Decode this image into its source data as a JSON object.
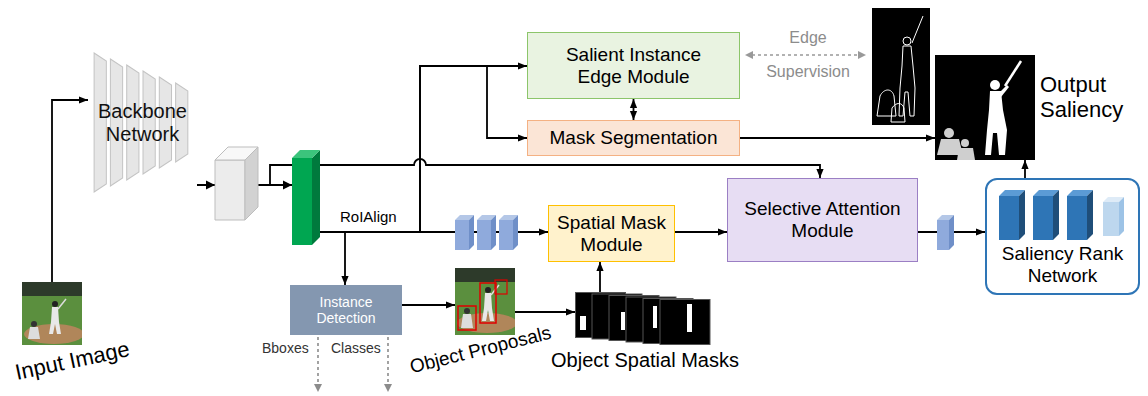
{
  "diagram": {
    "nodes": [
      {
        "text": [
          "Input Image"
        ]
      },
      {
        "text": [
          "Backbone Network"
        ]
      },
      {
        "text": [
          "Salient Instance Edge Module"
        ]
      },
      {
        "text": [
          "Mask Segmentation"
        ]
      },
      {
        "text": [
          "Instance Detection"
        ]
      },
      {
        "text": [
          "Object Proposals"
        ]
      },
      {
        "text": [
          "Spatial Mask Module"
        ]
      },
      {
        "text": [
          "Selective Attention Module"
        ]
      },
      {
        "text": [
          "Object Spatial Masks"
        ]
      },
      {
        "text": [
          "Saliency Rank Network"
        ]
      },
      {
        "text": [
          "Output Saliency"
        ]
      }
    ],
    "edges": [
      {
        "from": 0,
        "to": 1,
        "arrow": "to"
      },
      {
        "from": 1,
        "to": 7,
        "arrow": "to"
      },
      {
        "from": 1,
        "to": 2,
        "arrow": "to"
      },
      {
        "from": 1,
        "to": 3,
        "arrow": "to"
      },
      {
        "from": 1,
        "to": 6,
        "arrow": "to"
      },
      {
        "from": 1,
        "to": 4,
        "arrow": "to"
      },
      {
        "from": 2,
        "to": 3,
        "arrow": "both"
      },
      {
        "from": 4,
        "to": 5,
        "arrow": "to"
      },
      {
        "from": 5,
        "to": 8,
        "arrow": "to"
      },
      {
        "from": 8,
        "to": 6,
        "arrow": "to"
      },
      {
        "from": 6,
        "to": 7,
        "arrow": "to"
      },
      {
        "from": 7,
        "to": 9,
        "arrow": "to"
      },
      {
        "from": 9,
        "to": 10,
        "arrow": "to"
      },
      {
        "from": 3,
        "to": 10,
        "arrow": "to"
      }
    ],
    "labels": [
      "RoIAlign",
      "Edge Supervision",
      "Bboxes",
      "Classes"
    ]
  }
}
